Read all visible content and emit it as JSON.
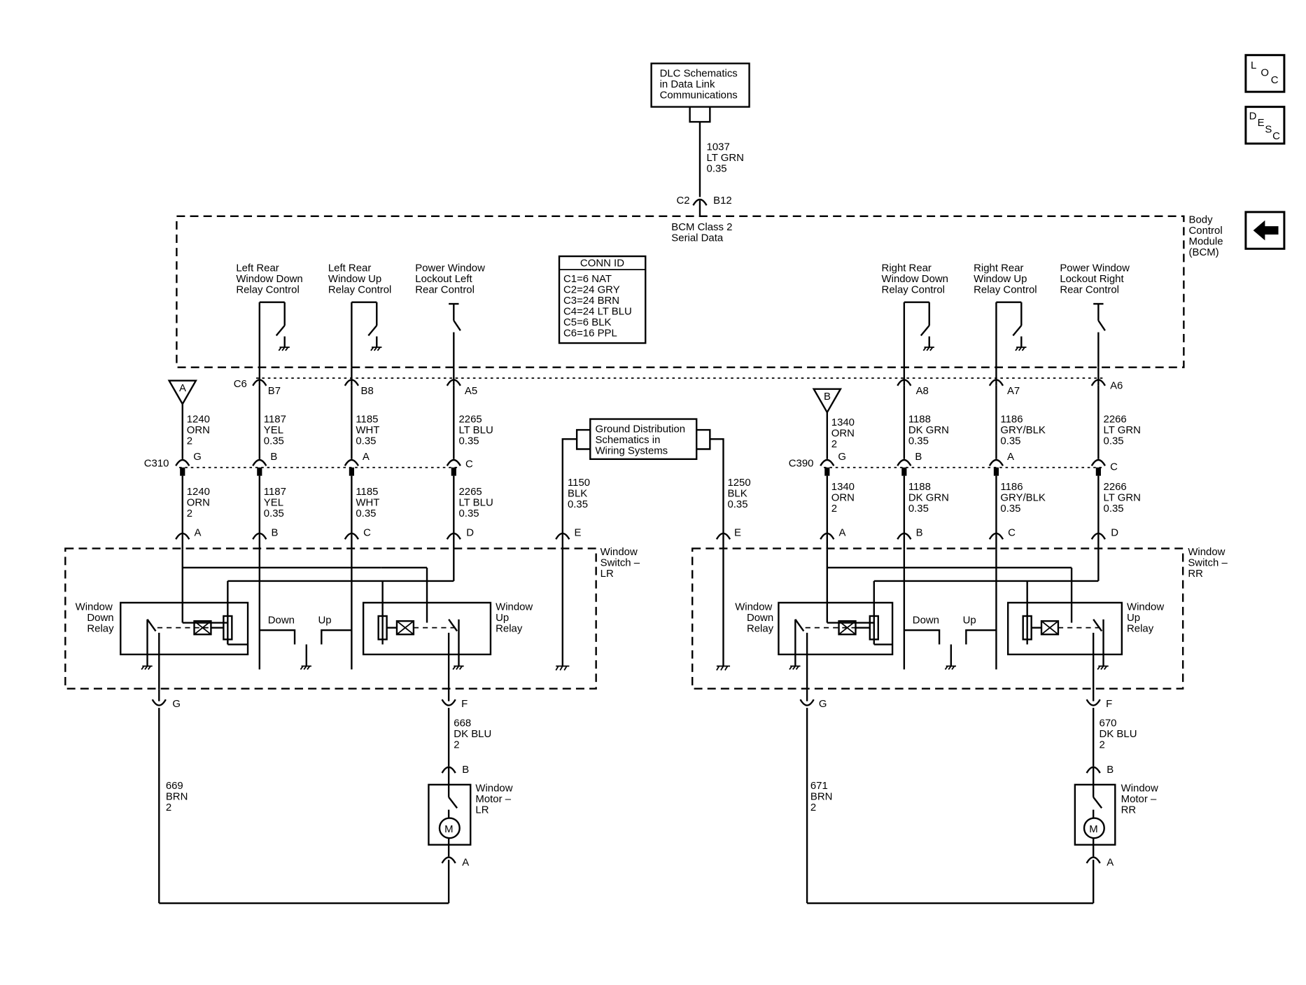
{
  "nav": {
    "loc": [
      "L",
      "O",
      "C"
    ],
    "desc": [
      "D",
      "E",
      "S",
      "C"
    ],
    "back_icon": "left-arrow-icon"
  },
  "dlc": {
    "lines": [
      "DLC Schematics",
      "in Data Link",
      "Communications"
    ],
    "wire": [
      "1037",
      "LT GRN",
      "0.35"
    ],
    "conn": "C2",
    "pin": "B12"
  },
  "bcm": {
    "serial": [
      "BCM Class 2",
      "Serial Data"
    ],
    "title": [
      "Body",
      "Control",
      "Module",
      "(BCM)"
    ],
    "conn_id": {
      "title": "CONN ID",
      "rows": [
        "C1=6 NAT",
        "C2=24 GRY",
        "C3=24 BRN",
        "C4=24 LT BLU",
        "C5=6 BLK",
        "C6=16 PPL"
      ]
    },
    "conn_c6": "C6",
    "functions": [
      {
        "lines": [
          "Left Rear",
          "Window Down",
          "Relay Control"
        ],
        "pin": "B7"
      },
      {
        "lines": [
          "Left Rear",
          "Window Up",
          "Relay Control"
        ],
        "pin": "B8"
      },
      {
        "lines": [
          "Power Window",
          "Lockout Left",
          "Rear Control"
        ],
        "pin": "A5"
      },
      {
        "lines": [
          "Right Rear",
          "Window Down",
          "Relay Control"
        ],
        "pin": "A8"
      },
      {
        "lines": [
          "Right Rear",
          "Window Up",
          "Relay Control"
        ],
        "pin": "A7"
      },
      {
        "lines": [
          "Power Window",
          "Lockout Right",
          "Rear Control"
        ],
        "pin": "A6"
      }
    ]
  },
  "ground": {
    "lines": [
      "Ground Distribution",
      "Schematics in",
      "Wiring Systems"
    ],
    "left_wire": [
      "1150",
      "BLK",
      "0.35"
    ],
    "right_wire": [
      "1250",
      "BLK",
      "0.35"
    ]
  },
  "left": {
    "ref": "A",
    "conn": "C310",
    "upper_wires": [
      [
        "1240",
        "ORN",
        "2"
      ],
      [
        "1187",
        "YEL",
        "0.35"
      ],
      [
        "1185",
        "WHT",
        "0.35"
      ],
      [
        "2265",
        "LT BLU",
        "0.35"
      ]
    ],
    "lower_wires": [
      [
        "1240",
        "ORN",
        "2"
      ],
      [
        "1187",
        "YEL",
        "0.35"
      ],
      [
        "1185",
        "WHT",
        "0.35"
      ],
      [
        "2265",
        "LT BLU",
        "0.35"
      ]
    ],
    "inline_pins": [
      "G",
      "B",
      "A",
      "C"
    ],
    "switch_pins": [
      "A",
      "B",
      "C",
      "D",
      "E"
    ],
    "switch_title": [
      "Window",
      "Switch –",
      "LR"
    ],
    "down_relay": [
      "Window",
      "Down",
      "Relay"
    ],
    "up_relay": [
      "Window",
      "Up",
      "Relay"
    ],
    "down": "Down",
    "up": "Up",
    "pin_g": "G",
    "pin_f": "F",
    "motor_wire": [
      "668",
      "DK BLU",
      "2"
    ],
    "motor_pin_b": "B",
    "motor_pin_a": "A",
    "motor_title": [
      "Window",
      "Motor –",
      "LR"
    ],
    "motor_symbol": "M",
    "return_wire": [
      "669",
      "BRN",
      "2"
    ]
  },
  "right": {
    "ref": "B",
    "conn": "C390",
    "upper_wires": [
      [
        "1340",
        "ORN",
        "2"
      ],
      [
        "1188",
        "DK GRN",
        "0.35"
      ],
      [
        "1186",
        "GRY/BLK",
        "0.35"
      ],
      [
        "2266",
        "LT GRN",
        "0.35"
      ]
    ],
    "lower_wires": [
      [
        "1340",
        "ORN",
        "2"
      ],
      [
        "1188",
        "DK GRN",
        "0.35"
      ],
      [
        "1186",
        "GRY/BLK",
        "0.35"
      ],
      [
        "2266",
        "LT GRN",
        "0.35"
      ]
    ],
    "inline_pins": [
      "G",
      "B",
      "A",
      "C"
    ],
    "switch_pins": [
      "A",
      "B",
      "C",
      "D",
      "E"
    ],
    "switch_title": [
      "Window",
      "Switch –",
      "RR"
    ],
    "down_relay": [
      "Window",
      "Down",
      "Relay"
    ],
    "up_relay": [
      "Window",
      "Up",
      "Relay"
    ],
    "down": "Down",
    "up": "Up",
    "pin_g": "G",
    "pin_f": "F",
    "motor_wire": [
      "670",
      "DK BLU",
      "2"
    ],
    "motor_pin_b": "B",
    "motor_pin_a": "A",
    "motor_title": [
      "Window",
      "Motor –",
      "RR"
    ],
    "motor_symbol": "M",
    "return_wire": [
      "671",
      "BRN",
      "2"
    ]
  }
}
